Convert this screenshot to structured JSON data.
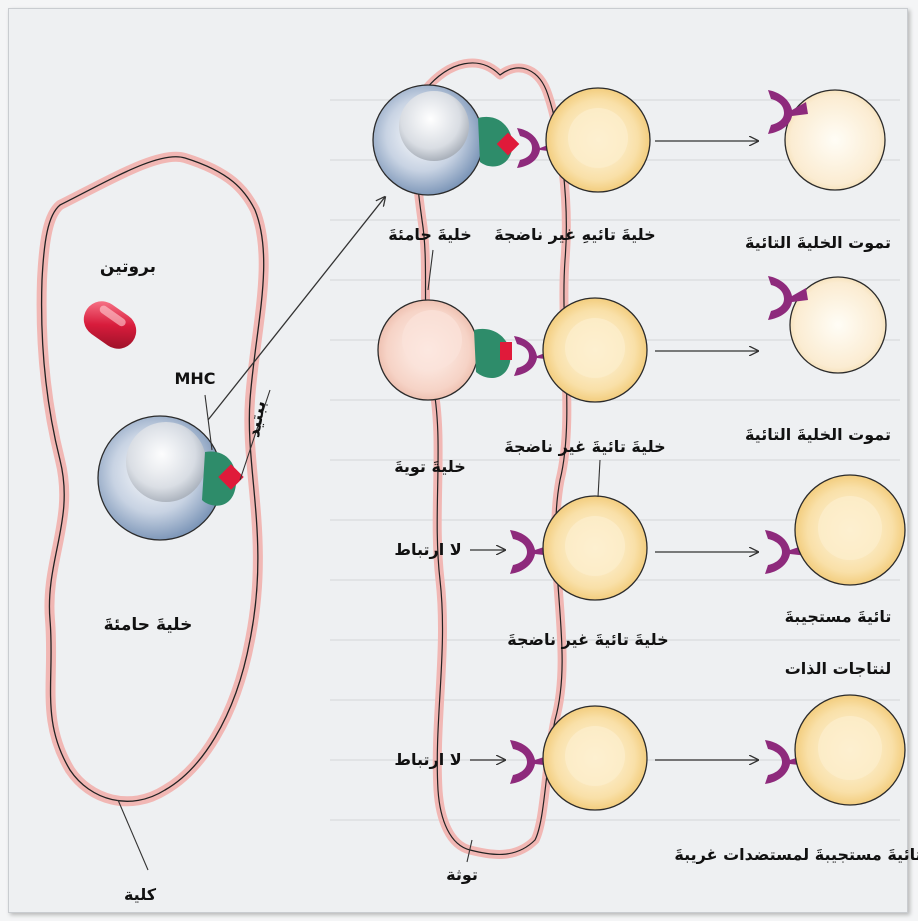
{
  "labels": {
    "protein": "بروتين",
    "mhc": "MHC",
    "peptide": "ببتيد",
    "presenting_cell_left": "خليةَ حامئةَ",
    "kidney": "كلية",
    "presenting_cell_top": "خليةَ حامئةَ",
    "immature_t_cell_1": "خليةَ تائيهِ غير ناضجةَ",
    "t_cell_death_1": "تموت الخليةَ التائيةَ",
    "thymic_cell": "خليةَ تويةَ",
    "immature_t_cell_2": "خليةَ تائيةَ غير ناضجةَ",
    "t_cell_death_2": "تموت الخليةَ التائيةَ",
    "no_binding_1": "لا ارتباط",
    "immature_t_cell_3": "خليةَ تائيةَ غير ناضجةَ",
    "t_cell_responds_self_line1": "تائيةَ مستجيبةَ",
    "t_cell_responds_self_line2": "لنتاجات الذات",
    "no_binding_2": "لا ارتباط",
    "thymus": "توثة",
    "t_cell_responds_foreign": "تائيةَ مستجيبةَ لمستضدات غريبةَ"
  },
  "colors": {
    "presenting_cell": "#c3cfe0",
    "thymic_cell": "#f6d3c6",
    "t_cell": "#f9dba0",
    "mhc": "#2e8c6a",
    "peptide": "#e01a3a",
    "receptor": "#8e2a7c",
    "protein": "#d81c3c",
    "outline_pink": "#f1b7b4"
  }
}
